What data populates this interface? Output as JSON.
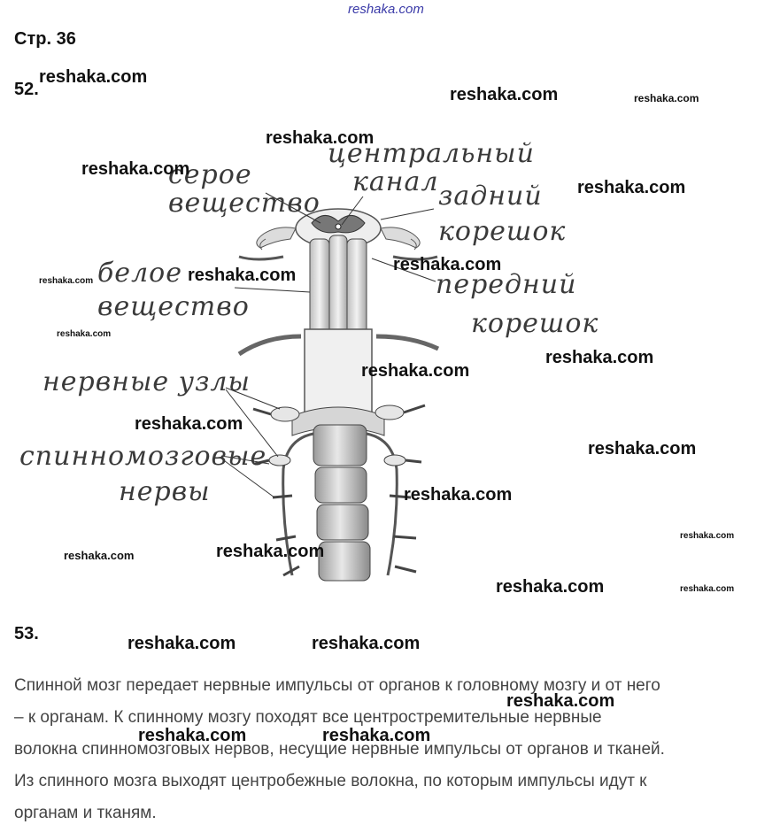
{
  "header": {
    "top_watermark": "reshaka.com",
    "page_label": "Стр. 36"
  },
  "task52": {
    "number": "52.",
    "labels": {
      "grey_matter": [
        "серое",
        "вещество"
      ],
      "central_canal": [
        "центральный",
        "канал"
      ],
      "dorsal_root": [
        "задний",
        "корешок"
      ],
      "white_matter": [
        "белое",
        "вещество"
      ],
      "ventral_root": [
        "передний",
        "корешок"
      ],
      "ganglia": [
        "нервные узлы"
      ],
      "spinal_nerves": [
        "спинномозговые",
        "нервы"
      ]
    }
  },
  "task53": {
    "number": "53.",
    "lines": [
      "Спинной мозг передает нервные импульсы от органов к головному мозгу и от него",
      "– к органам. К спинному мозгу походят все центростремительные нервные",
      "волокна спинномозговых нервов, несущие нервные импульсы от органов и тканей.",
      "Из спинного мозга выходят центробежные волокна, по которым импульсы идут к",
      "органам и тканям."
    ]
  },
  "watermark_text": "reshaka.com"
}
